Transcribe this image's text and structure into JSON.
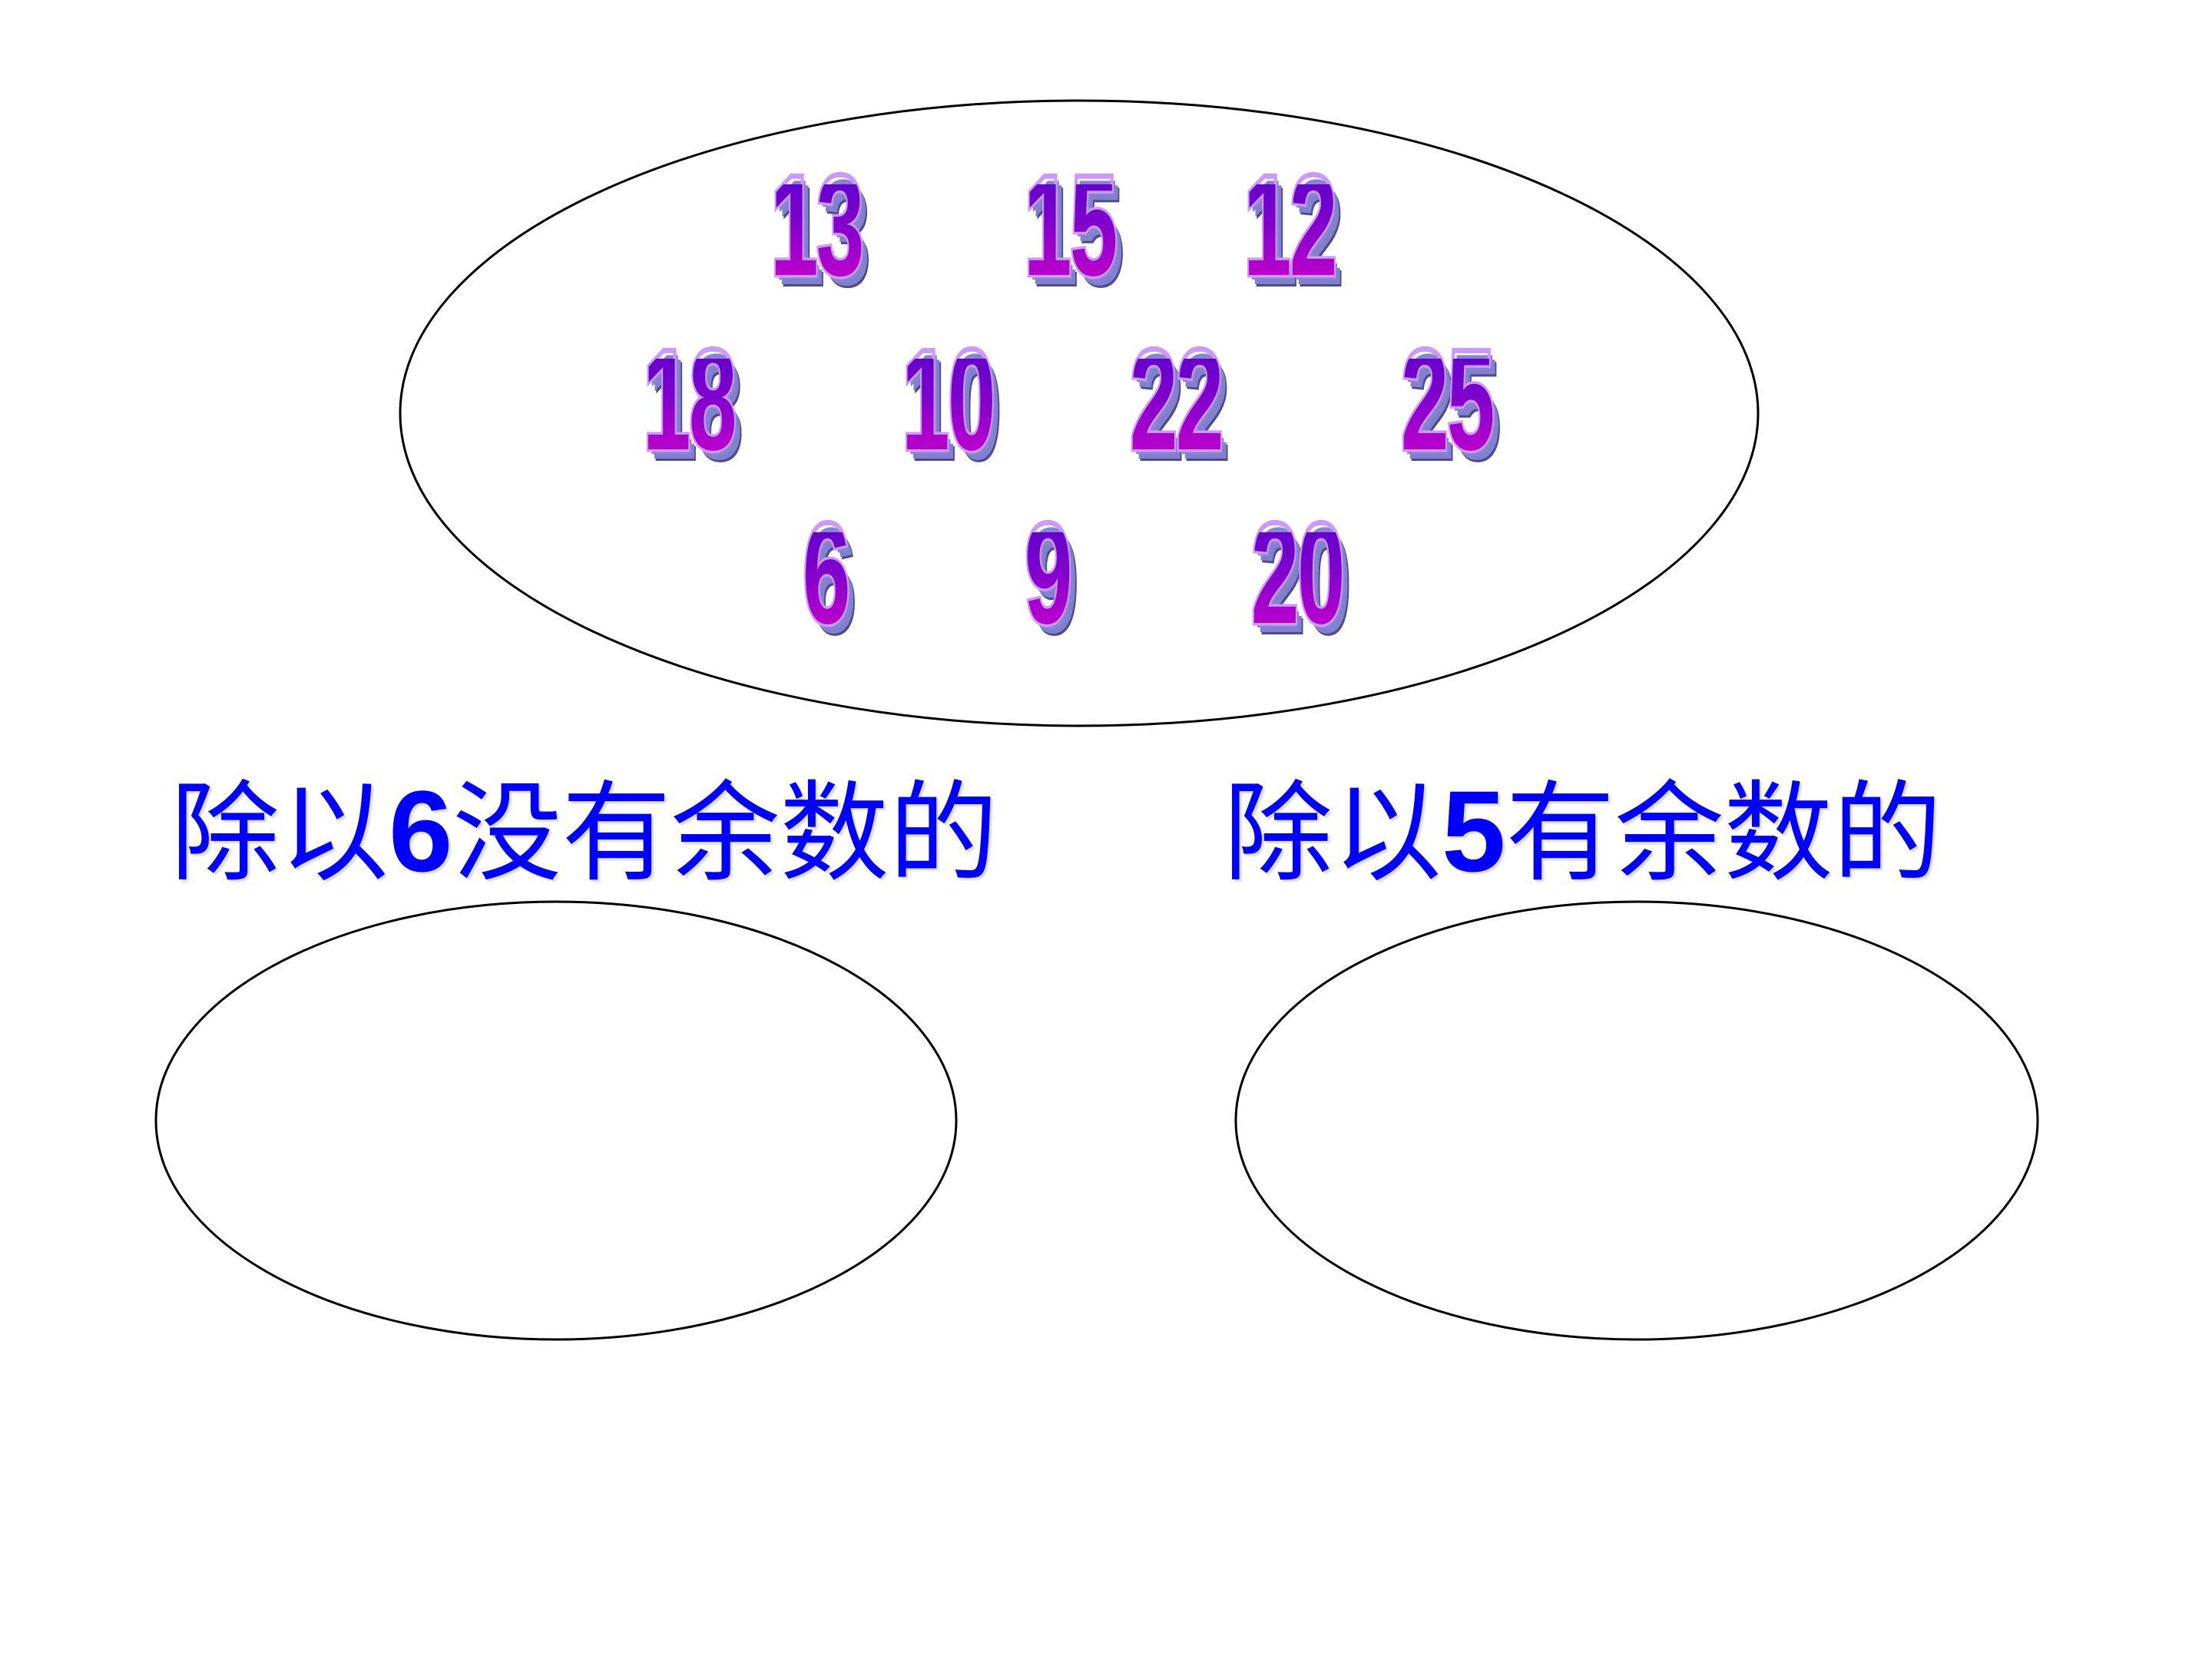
{
  "slide": {
    "background": "#FFFFFF",
    "number_pool": {
      "shape": "ellipse",
      "stroke": "#000000",
      "numbers": [
        {
          "value": "13",
          "row": 1
        },
        {
          "value": "15",
          "row": 1
        },
        {
          "value": "12",
          "row": 1
        },
        {
          "value": "18",
          "row": 2
        },
        {
          "value": "10",
          "row": 2
        },
        {
          "value": "22",
          "row": 2
        },
        {
          "value": "25",
          "row": 2
        },
        {
          "value": "6",
          "row": 3
        },
        {
          "value": "9",
          "row": 3
        },
        {
          "value": "20",
          "row": 3
        }
      ],
      "style": {
        "gradient_top": "#6600CC",
        "gradient_bottom": "#CC00CC",
        "outline": "#CC99FF",
        "extrusion": "#8080CC"
      }
    },
    "categories": [
      {
        "label_prefix": "除以",
        "label_digit": "6",
        "label_suffix": "没有余数的",
        "full_label": "除以6没有余数的",
        "color": "#0000FF",
        "items": []
      },
      {
        "label_prefix": "除以",
        "label_digit": "5",
        "label_suffix": "有余数的",
        "full_label": "除以5有余数的",
        "color": "#0000FF",
        "items": []
      }
    ]
  }
}
